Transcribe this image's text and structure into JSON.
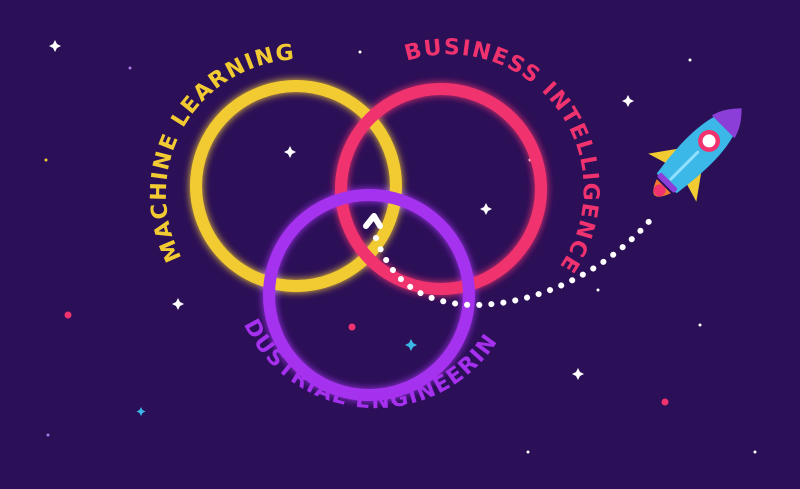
{
  "colors": {
    "background": "#2b0f57",
    "machine_learning": "#f2cb32",
    "business_intelligence": "#f0336e",
    "industrial_engineering": "#a530ee",
    "trail": "#ffffff",
    "rocket_body": "#3cb8e8",
    "rocket_accent": "#8b3ed8",
    "rocket_fin": "#f2cb32",
    "flame": "#f07a2e"
  },
  "circles": [
    {
      "key": "machine_learning",
      "label": "MACHINE LEARNING"
    },
    {
      "key": "business_intelligence",
      "label": "BUSINESS INTELLIGENCE"
    },
    {
      "key": "industrial_engineering",
      "label": "INDUSTRIAL ENGINEERING"
    }
  ],
  "icons": {
    "rocket": "rocket-icon",
    "star": "sparkle-star-icon"
  }
}
